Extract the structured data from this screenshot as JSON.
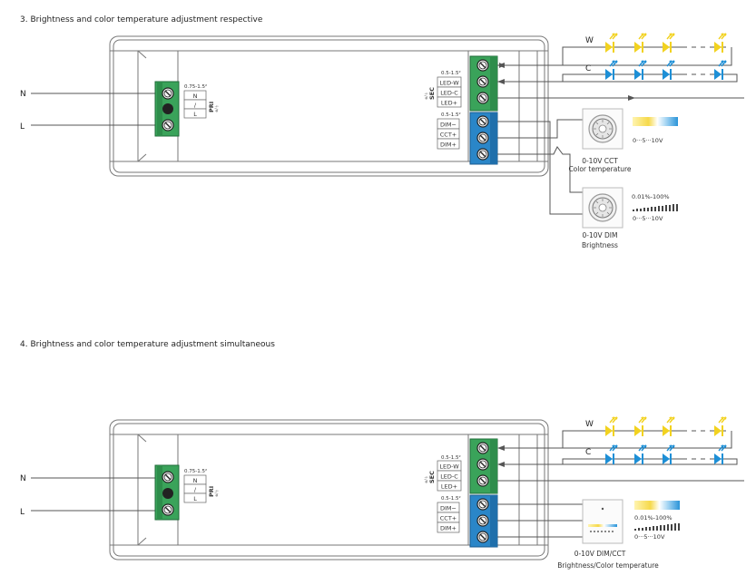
{
  "section3": {
    "title": "3. Brightness and color temperature adjustment respective",
    "input_labels": {
      "n": "N",
      "l": "L"
    },
    "pri": {
      "wire_size": "0.75-1.5²",
      "side_label": "PRI",
      "sub_label": "⊗/⏚",
      "terminals": [
        "N",
        "/",
        "L"
      ]
    },
    "sec": {
      "wire_size": "0.5-1.5²",
      "side_label": "SEC",
      "sub_label": "⊗/⏚",
      "led_terminals": [
        "LED-W",
        "LED-C",
        "LED+"
      ],
      "dim_wire_size": "0.5-1.5²",
      "dim_terminals": [
        "DIM−",
        "CCT+",
        "DIM+"
      ]
    },
    "led_rows": {
      "w_label": "W",
      "c_label": "C"
    },
    "cct_control": {
      "scale": "0···5···10V",
      "title": "0-10V CCT",
      "subtitle": "Color temperature"
    },
    "dim_control": {
      "range": "0.01%-100%",
      "scale": "0···5···10V",
      "title": "0-10V DIM",
      "subtitle": "Brightness"
    }
  },
  "section4": {
    "title": "4. Brightness and color temperature adjustment simultaneous",
    "input_labels": {
      "n": "N",
      "l": "L"
    },
    "pri": {
      "wire_size": "0.75-1.5²",
      "side_label": "PRI",
      "sub_label": "⊗/⏚",
      "terminals": [
        "N",
        "/",
        "L"
      ]
    },
    "sec": {
      "wire_size": "0.5-1.5²",
      "side_label": "SEC",
      "sub_label": "⊗/⏚",
      "led_terminals": [
        "LED-W",
        "LED-C",
        "LED+"
      ],
      "dim_wire_size": "0.5-1.5²",
      "dim_terminals": [
        "DIM−",
        "CCT+",
        "DIM+"
      ]
    },
    "led_rows": {
      "w_label": "W",
      "c_label": "C"
    },
    "combo_control": {
      "range": "0.01%-100%",
      "scale": "0···5···10V",
      "title": "0-10V DIM/CCT",
      "subtitle": "Brightness/Color temperature"
    }
  },
  "colors": {
    "pri_terminal": "#3aa35a",
    "sec_led_terminal": "#3aa35a",
    "sec_dim_terminal": "#2a86c8",
    "led_warm": "#f2d21f",
    "led_cool": "#1d8fd6",
    "wire": "#555555",
    "housing": "#777777"
  }
}
